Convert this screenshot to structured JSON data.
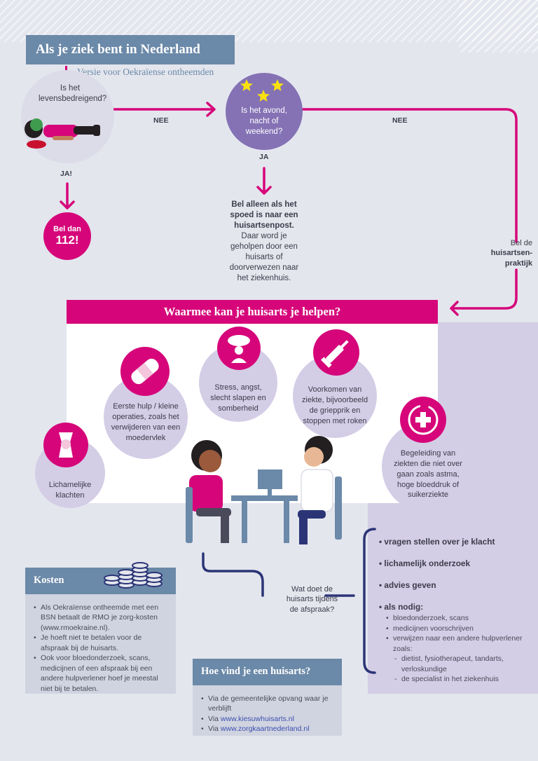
{
  "header": {
    "title": "Als je ziek bent in Nederland",
    "subtitle": "Versie voor Oekraïense ontheemden"
  },
  "flow": {
    "q1": "Is het levensbedreigend?",
    "q1_yes": "JA!",
    "q1_no": "NEE",
    "emergency": "Bel dan",
    "emergency_number": "112!",
    "q2": "Is het avond, nacht of weekend?",
    "q2_yes": "JA",
    "q2_no": "NEE",
    "post_bold": "Bel alleen als het spoed is naar een huisartsenpost.",
    "post_text": "Daar word je geholpen door een huisarts of doorverwezen naar het ziekenhuis.",
    "call_gp_pre": "Bel de",
    "call_gp_bold": "huisartsen-praktijk"
  },
  "help_panel": {
    "title": "Waarmee kan je huisarts je helpen?",
    "items": [
      {
        "text": "Eerste hulp / kleine operaties, zoals het verwijderen van een moedervlek",
        "icon": "bandage-icon"
      },
      {
        "text": "Stress, angst, slecht slapen en somberheid",
        "icon": "rain-cloud-person-icon"
      },
      {
        "text": "Voorkomen van ziekte, bijvoorbeeld de griepprik en stoppen met roken",
        "icon": "syringe-icon"
      },
      {
        "text": "Lichamelijke klachten",
        "icon": "joint-icon"
      },
      {
        "text": "Begeleiding van ziekten die niet over gaan zoals astma, hoge bloeddruk of suikerziekte",
        "icon": "medical-cross-cycle-icon"
      }
    ]
  },
  "appointment": {
    "question": "Wat doet de huisarts tijdens de afspraak?",
    "items": [
      "vragen stellen over je klacht",
      "lichamelijk onderzoek",
      "advies geven"
    ],
    "if_needed": "als nodig:",
    "sub_items": [
      "bloedonderzoek, scans",
      "medicijnen voorschrijven",
      "verwijzen naar een andere hulpverlener zoals:"
    ],
    "referrals": [
      "dietist, fysiotherapeut, tandarts, verloskundige",
      "de specialist in het ziekenhuis"
    ]
  },
  "costs": {
    "title": "Kosten",
    "items": [
      "Als Oekraïense ontheemde met een BSN betaalt de RMO je zorg-kosten (www.rmoekraine.nl).",
      "Je hoeft niet te betalen voor de afspraak bij de huisarts.",
      "Ook voor bloedonderzoek, scans, medicijnen of een afspraak bij een andere hulpverlener hoef je meestal niet bij te betalen."
    ]
  },
  "find_gp": {
    "title": "Hoe vind je een huisarts?",
    "item1": "Via de gemeentelijke opvang waar je verblijft",
    "via": "Via",
    "link1": "www.kiesuwhuisarts.nl",
    "link2": "www.zorgkaartnederland.nl"
  },
  "colors": {
    "magenta": "#d6067a",
    "slate_blue": "#6b89a8",
    "purple": "#8472b5",
    "lavender": "#d4cde6",
    "navy": "#2b3576",
    "background": "#e4e6ee"
  }
}
